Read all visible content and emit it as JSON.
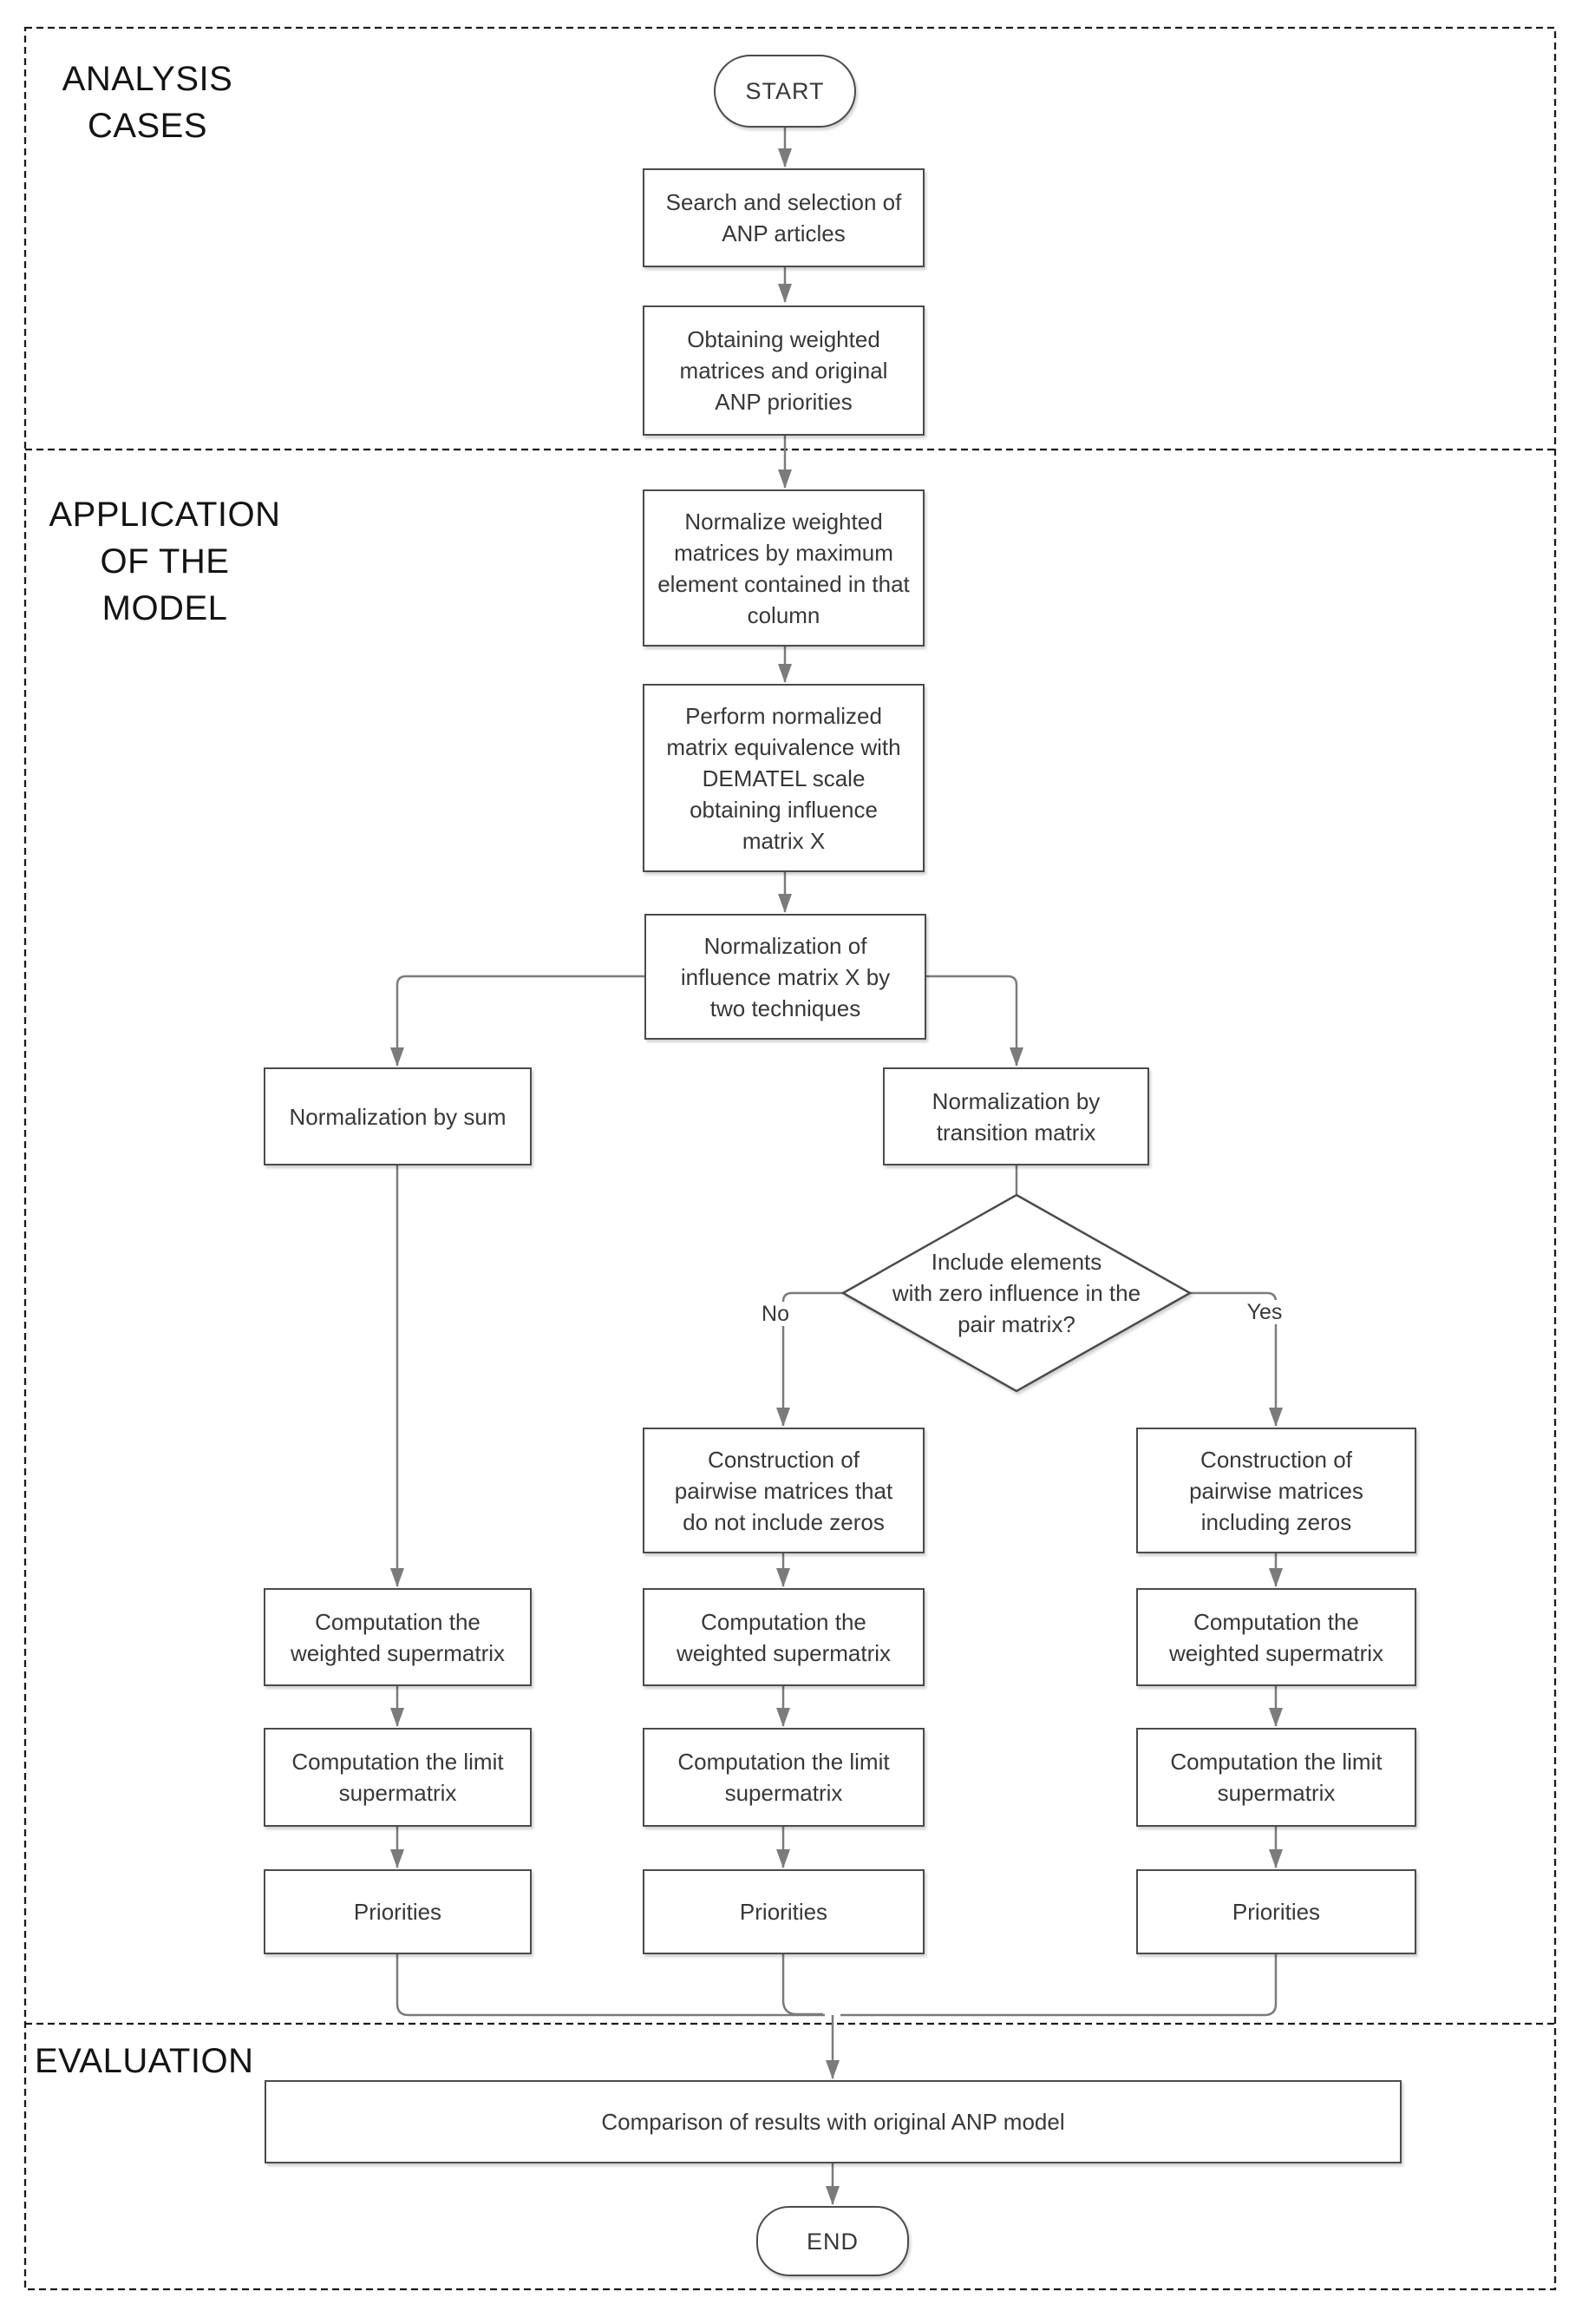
{
  "title": "ANP analysis flowchart",
  "sections": {
    "analysis": {
      "label": "ANALYSIS\nCASES"
    },
    "application": {
      "label": "APPLICATION\nOF THE\nMODEL"
    },
    "evaluation": {
      "label": "EVALUATION"
    }
  },
  "nodes": {
    "start": "START",
    "search": "Search and selection of\nANP articles",
    "obtaining": "Obtaining weighted\nmatrices and original\nANP priorities",
    "normalize_weighted": "Normalize weighted\nmatrices by maximum\nelement contained in that\ncolumn",
    "perform_normalized": "Perform normalized\nmatrix equivalence with\nDEMATEL scale\nobtaining influence\nmatrix X",
    "normalization_influence": "Normalization of\ninfluence matrix X by\ntwo techniques",
    "norm_sum": "Normalization by sum",
    "norm_transition": "Normalization by\ntransition matrix",
    "decision": "Include elements\nwith zero influence in the\npair matrix?",
    "construction_no_zeros": "Construction of\npairwise matrices that\ndo not include zeros",
    "construction_zeros": "Construction of\npairwise matrices\nincluding zeros",
    "comp_weighted": "Computation the\nweighted supermatrix",
    "comp_limit": "Computation the limit\nsupermatrix",
    "priorities": "Priorities",
    "comparison": "Comparison of results with original ANP model",
    "end": "END"
  },
  "edge_labels": {
    "no": "No",
    "yes": "Yes"
  },
  "colors": {
    "background": "#ffffff",
    "frame_dashed": "#1c1c1c",
    "node_border": "#4b4b4b",
    "node_fill": "#ffffff",
    "connector": "#7b7b7b",
    "text": "#383838",
    "section_text": "#141414"
  }
}
